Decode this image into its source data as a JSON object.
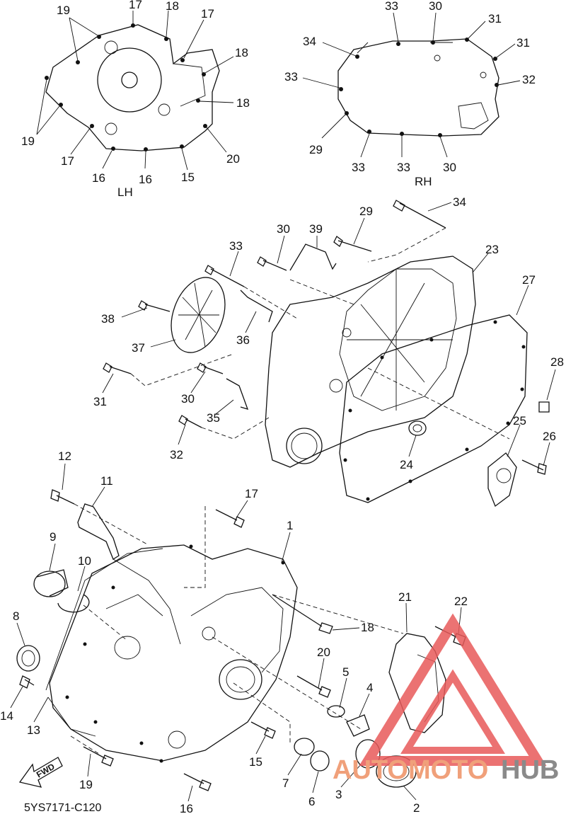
{
  "diagram": {
    "code": "5YS7171-C120",
    "views": {
      "left": "LH",
      "right": "RH"
    },
    "fwd_label": "FWD",
    "watermark": {
      "part1": "AUTOMOTO",
      "part2": "HUB",
      "color_main": "#f0a07a",
      "color_alt": "#8a8a8a",
      "triangle_color": "#e85a5a"
    },
    "callouts": {
      "lh": [
        "19",
        "17",
        "18",
        "17",
        "18",
        "18",
        "19",
        "17",
        "16",
        "16",
        "15",
        "20"
      ],
      "rh": [
        "33",
        "30",
        "31",
        "34",
        "31",
        "33",
        "32",
        "29",
        "33",
        "33",
        "30"
      ],
      "mid": [
        "34",
        "29",
        "30",
        "39",
        "23",
        "33",
        "38",
        "36",
        "27",
        "37",
        "31",
        "30",
        "28",
        "35",
        "25",
        "26",
        "32",
        "24"
      ],
      "bottom": [
        "12",
        "11",
        "17",
        "1",
        "9",
        "10",
        "21",
        "22",
        "8",
        "18",
        "20",
        "5",
        "4",
        "14",
        "13",
        "15",
        "7",
        "3",
        "19",
        "6",
        "2",
        "16"
      ]
    }
  }
}
